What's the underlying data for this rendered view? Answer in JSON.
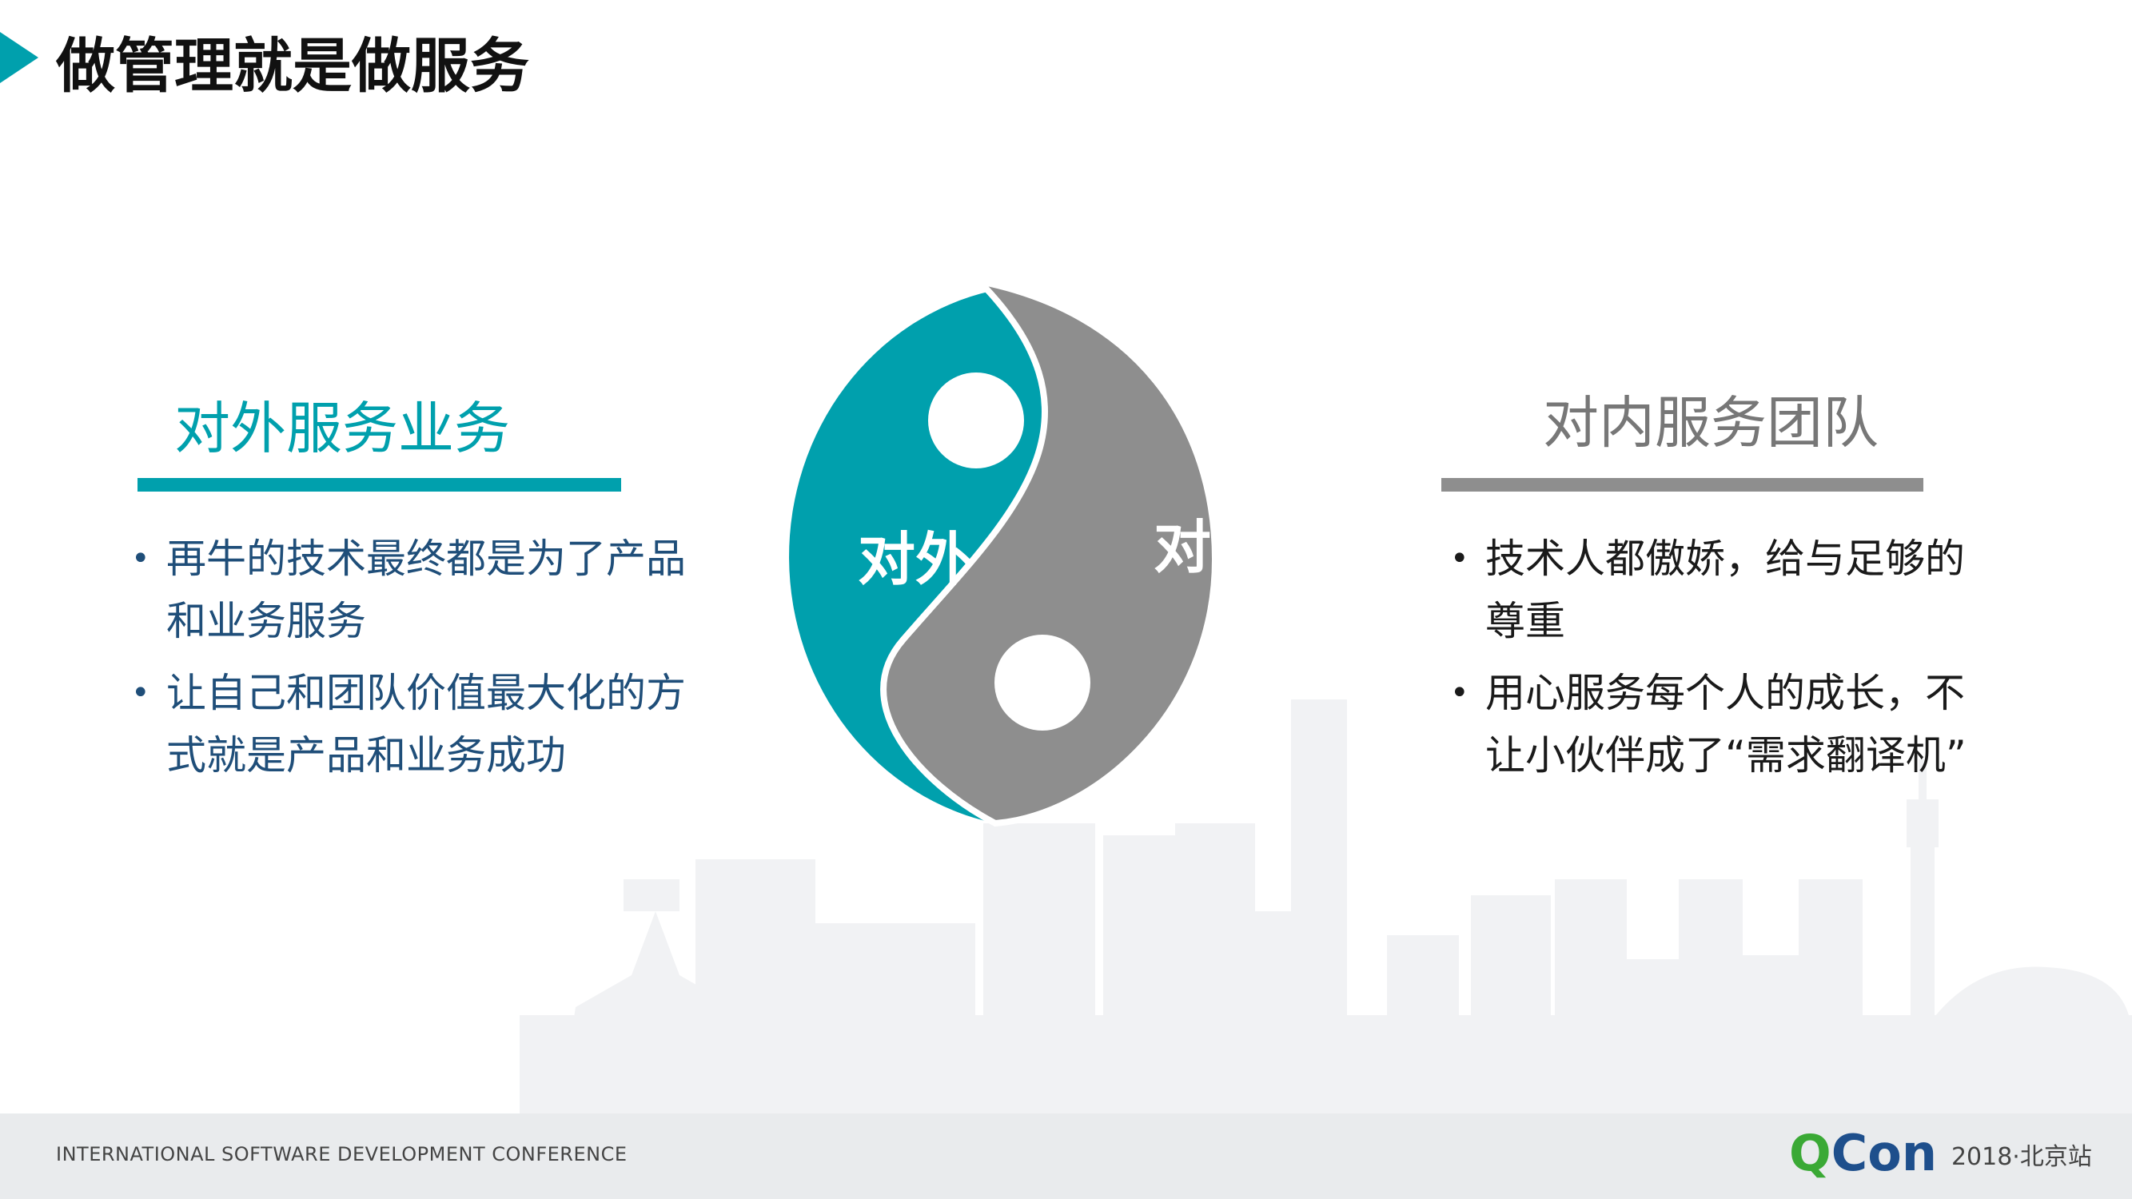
{
  "title": "做管理就是做服务",
  "left_panel": {
    "heading": "对外服务业务",
    "bullets": [
      "再牛的技术最终都是为了产品和业务服务",
      "让自己和团队价值最大化的方式就是产品和业务成功"
    ]
  },
  "right_panel": {
    "heading": "对内服务团队",
    "bullets": [
      "技术人都傲娇，给与足够的尊重",
      "用心服务每个人的成长，不让小伙伴成了“需求翻译机”"
    ]
  },
  "taiji": {
    "label_outer": "对外",
    "label_inner": "对内",
    "colors": {
      "outer": "#00a0ad",
      "inner": "#8e8e8e"
    }
  },
  "bullet_symbol": "•",
  "footer": {
    "conference": "INTERNATIONAL SOFTWARE DEVELOPMENT CONFERENCE",
    "logo_q": "Q",
    "logo_con": "Con",
    "edition": "2018·北京站"
  },
  "colors": {
    "accent": "#00a0ad",
    "grey": "#8e8e8e",
    "left_text": "#1f4e79",
    "logo_green": "#3aa935",
    "logo_blue": "#1e4f8c"
  }
}
